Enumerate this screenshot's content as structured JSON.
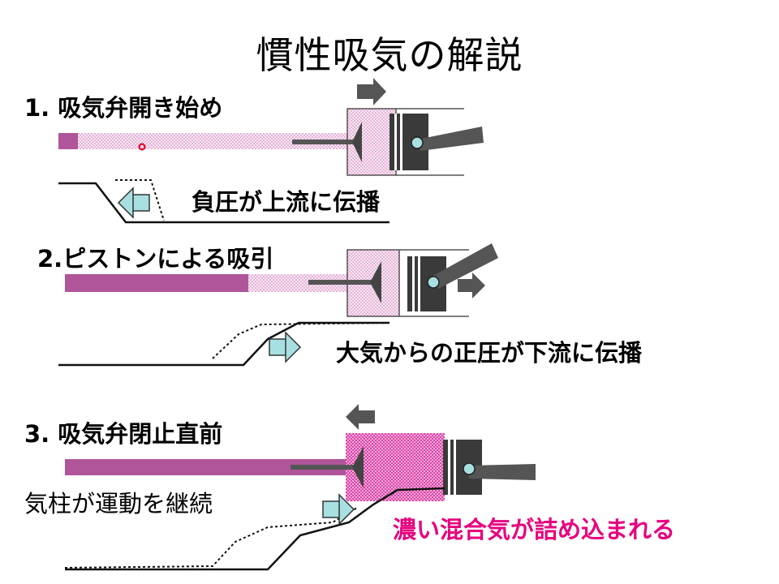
{
  "slide": {
    "title": "慣性吸気の解説",
    "steps": [
      {
        "label": "1. 吸気弁開き始め",
        "note": "負圧が上流に伝播"
      },
      {
        "label": "2.ピストンによる吸引",
        "note": "大気からの正圧が下流に伝播"
      },
      {
        "label": "3. 吸気弁閉止直前",
        "note": "気柱が運動を継続",
        "result": "濃い混合気が詰め込まれる"
      }
    ]
  },
  "colors": {
    "intake_dense": "#b0559a",
    "intake_light": "#f3c8e6",
    "arrow_gray": "#555555",
    "arrow_cyan": "#a8e0e2",
    "piston_dark": "#3a3a3a",
    "highlight": "#e6007e"
  }
}
